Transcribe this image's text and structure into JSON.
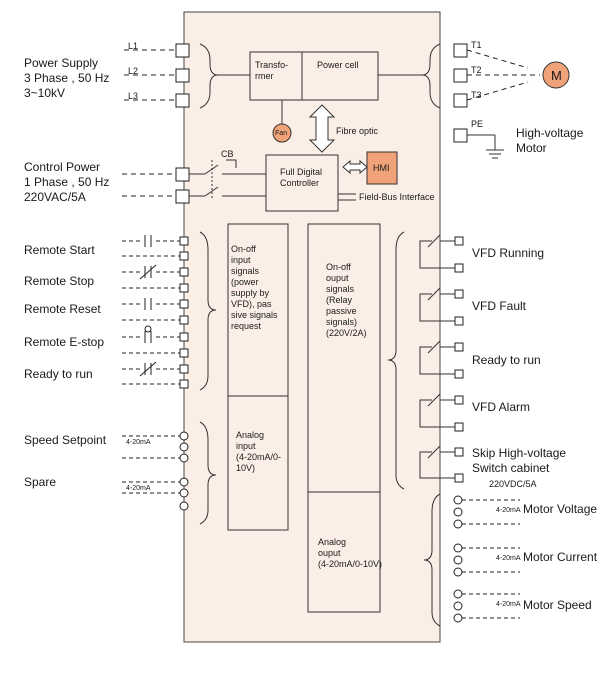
{
  "left": {
    "power_supply": "Power Supply\n3 Phase , 50 Hz\n3~10kV",
    "control_power": "Control Power\n1 Phase , 50 Hz\n220VAC/5A",
    "remote_start": "Remote Start",
    "remote_stop": "Remote Stop",
    "remote_reset": "Remote Reset",
    "remote_estop": "Remote E-stop",
    "ready_to_run": "Ready to run",
    "speed_setpoint": "Speed Setpoint",
    "spare": "Spare",
    "analog_in_1": "4-20mA",
    "analog_in_2": "4-20mA"
  },
  "terminals": {
    "l1": "L1",
    "l2": "L2",
    "l3": "L3",
    "t1": "T1",
    "t2": "T2",
    "t3": "T3",
    "pe": "PE",
    "cb": "CB"
  },
  "blocks": {
    "transformer": "Transfo-\nrmer",
    "power_cell": "Power cell",
    "fan": "Fan",
    "fibre_optic": "Fibre optic",
    "controller": "Full Digital\nController",
    "hmi": "HMI",
    "fieldbus": "Field-Bus Interface",
    "onoff_input": "On-off\ninput\nsignals\n(power\nsupply by\nVFD), pas\nsive signals\nrequest",
    "analog_input": "Analog\ninput\n(4-20mA/0-\n10V)",
    "onoff_output": "On-off\nouput\nsignals\n(Relay\npassive\nsignals)\n(220V/2A)",
    "analog_output": "Analog\nouput\n(4-20mA/0-10V)"
  },
  "right": {
    "motor_symbol": "M",
    "hv_motor": "High-voltage\nMotor",
    "vfd_running": "VFD Running",
    "vfd_fault": "VFD Fault",
    "ready_to_run": "Ready to run",
    "vfd_alarm": "VFD Alarm",
    "skip_hv": "Skip High-voltage\nSwitch cabinet",
    "relay_rating": "220VDC/5A",
    "motor_voltage": "Motor Voltage",
    "motor_current": "Motor Current",
    "motor_speed": "Motor Speed",
    "analog_out_1": "4-20mA",
    "analog_out_2": "4-20mA",
    "analog_out_3": "4-20mA"
  },
  "colors": {
    "cabinet": "#fbeee6",
    "accent": "#f0a278",
    "line": "#222222"
  }
}
